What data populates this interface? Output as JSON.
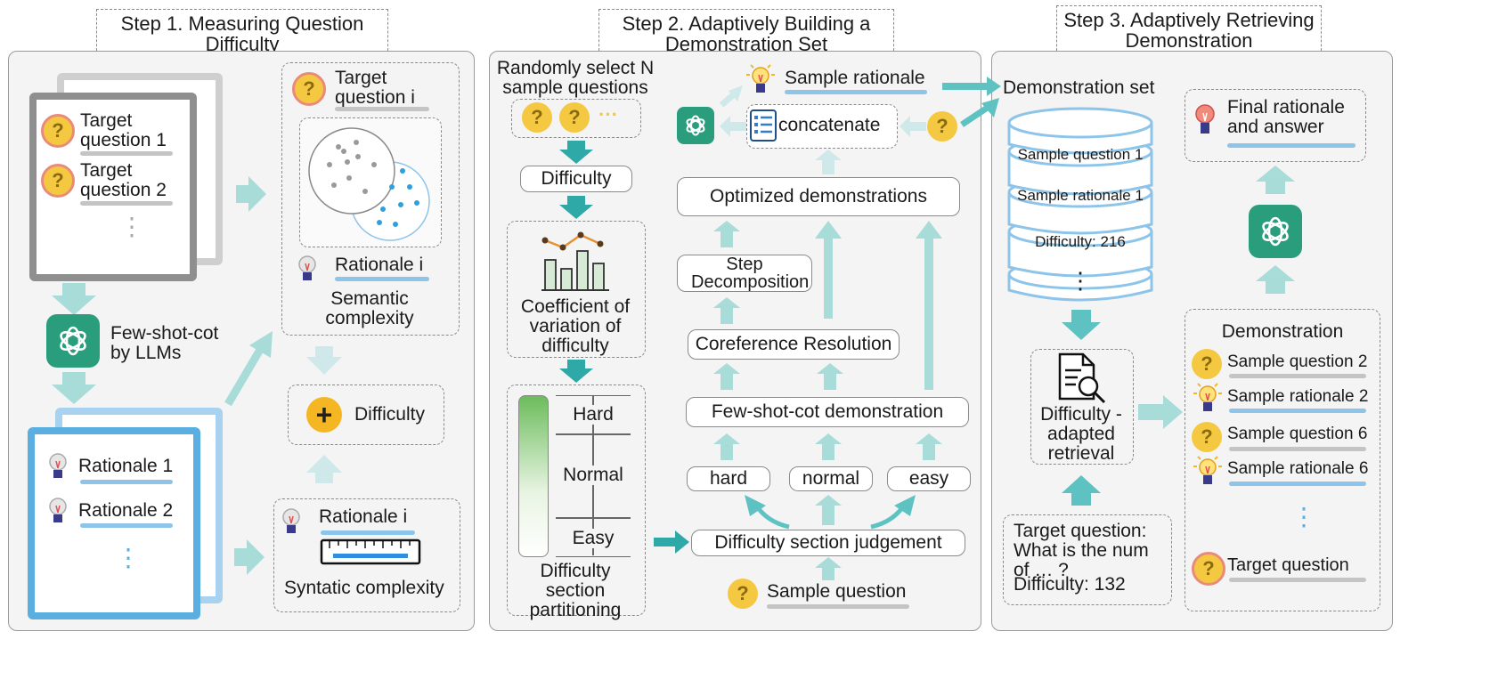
{
  "steps": {
    "s1_title": "Step 1. Measuring Question Difficulty",
    "s2_title": "Step 2. Adaptively Building a Demonstration Set",
    "s3_title": "Step 3. Adaptively Retrieving Demonstration"
  },
  "step1": {
    "target_q1": "Target question 1",
    "target_q2": "Target question 2",
    "dots": "⋮",
    "fewshot": "Few-shot-cot by LLMs",
    "rationale1": "Rationale 1",
    "rationale2": "Rationale 2",
    "target_qi": "Target question i",
    "rationale_i": "Rationale i",
    "semantic": "Semantic complexity",
    "difficulty": "Difficulty",
    "rationale_i2": "Rationale i",
    "syntactic": "Syntatic complexity",
    "plus": "+"
  },
  "step2": {
    "random_select": "Randomly select N sample questions",
    "dots_h": "···",
    "difficulty": "Difficulty",
    "cv": "Coefficient of variation of difficulty",
    "hard": "Hard",
    "normal": "Normal",
    "easy": "Easy",
    "partition": "Difficulty section partitioning",
    "judgement": "Difficulty section judgement",
    "sample_question": "Sample question",
    "c_hard": "hard",
    "c_normal": "normal",
    "c_easy": "easy",
    "fewshot_demo": "Few-shot-cot demonstration",
    "coref": "Coreference Resolution",
    "step_decomp": "Step Decomposition",
    "optimized": "Optimized demonstrations",
    "concatenate": "concatenate",
    "sample_rationale": "Sample rationale"
  },
  "step3": {
    "demo_set": "Demonstration set",
    "db1": "Sample question 1",
    "db2": "Sample rationale 1",
    "db3": "Difficulty:  216",
    "db_dots": "⋮",
    "retrieval": "Difficulty -adapted retrieval",
    "target_q": "Target question: What is the num of … ?",
    "target_diff": "Difficulty: 132",
    "final": "Final rationale and answer",
    "demonstration": "Demonstration",
    "sq2": "Sample question 2",
    "sr2": "Sample rationale 2",
    "sq6": "Sample question 6",
    "sr6": "Sample rationale 6",
    "demo_dots": "⋮",
    "target_question": "Target question"
  },
  "icons": {
    "question": "?",
    "gpt": "openai-logo-icon",
    "bulb": "lightbulb-icon",
    "doc": "document-search-icon",
    "ruler": "ruler-icon",
    "list": "list-icon",
    "chart": "chart-icon",
    "database": "database-icon"
  },
  "colors": {
    "accent_teal": "#a8dcd9",
    "gpt_green": "#2a9d7c",
    "q_yellow": "#f5c842",
    "blue_bar": "#8cc4ea",
    "gray_bar": "#c4c4c4"
  }
}
